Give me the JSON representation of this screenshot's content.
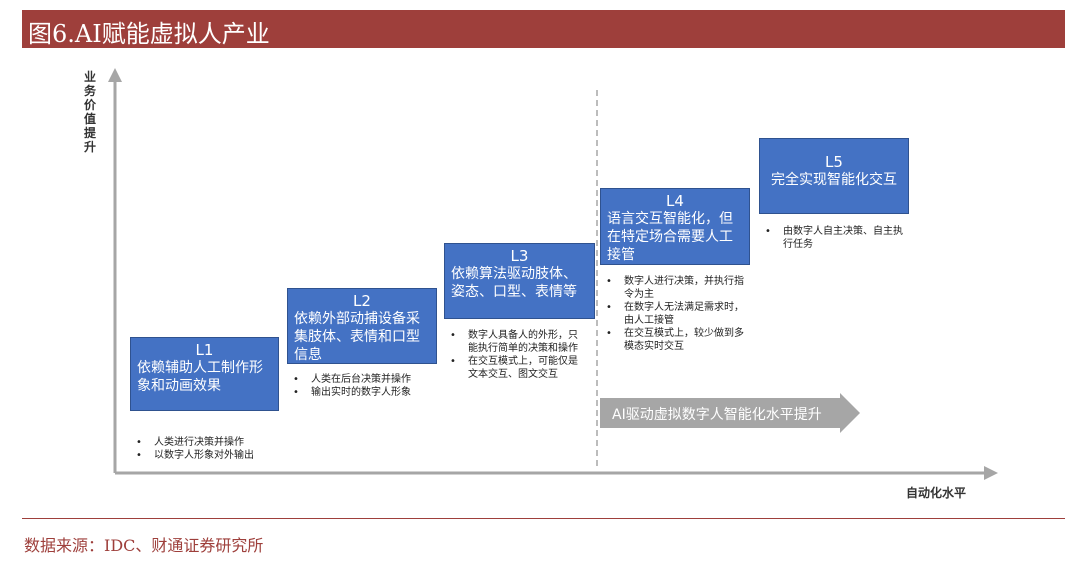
{
  "header": {
    "title": "图6.AI赋能虚拟人产业"
  },
  "axes": {
    "y_label": "业务价值提升",
    "x_label": "自动化水平"
  },
  "progress_arrow": "AI驱动虚拟数字人智能化水平提升",
  "levels": [
    {
      "level": "L1",
      "desc": "依赖辅助人工制作形象和动画效果",
      "bullets": [
        "人类进行决策并操作",
        "以数字人形象对外输出"
      ]
    },
    {
      "level": "L2",
      "desc": "依赖外部动捕设备采集肢体、表情和口型信息",
      "bullets": [
        "人类在后台决策并操作",
        "输出实时的数字人形象"
      ]
    },
    {
      "level": "L3",
      "desc": "依赖算法驱动肢体、姿态、口型、表情等",
      "bullets": [
        "数字人具备人的外形，只能执行简单的决策和操作",
        "在交互模式上，可能仅是文本交互、图文交互"
      ]
    },
    {
      "level": "L4",
      "desc": "语言交互智能化，但在特定场合需要人工接管",
      "bullets": [
        "数字人进行决策，并执行指令为主",
        "在数字人无法满足需求时，由人工接管",
        "在交互模式上，较少做到多模态实时交互"
      ]
    },
    {
      "level": "L5",
      "desc": "完全实现智能化交互",
      "bullets": [
        "由数字人自主决策、自主执行任务"
      ]
    }
  ],
  "source": "数据来源：IDC、财通证券研究所"
}
